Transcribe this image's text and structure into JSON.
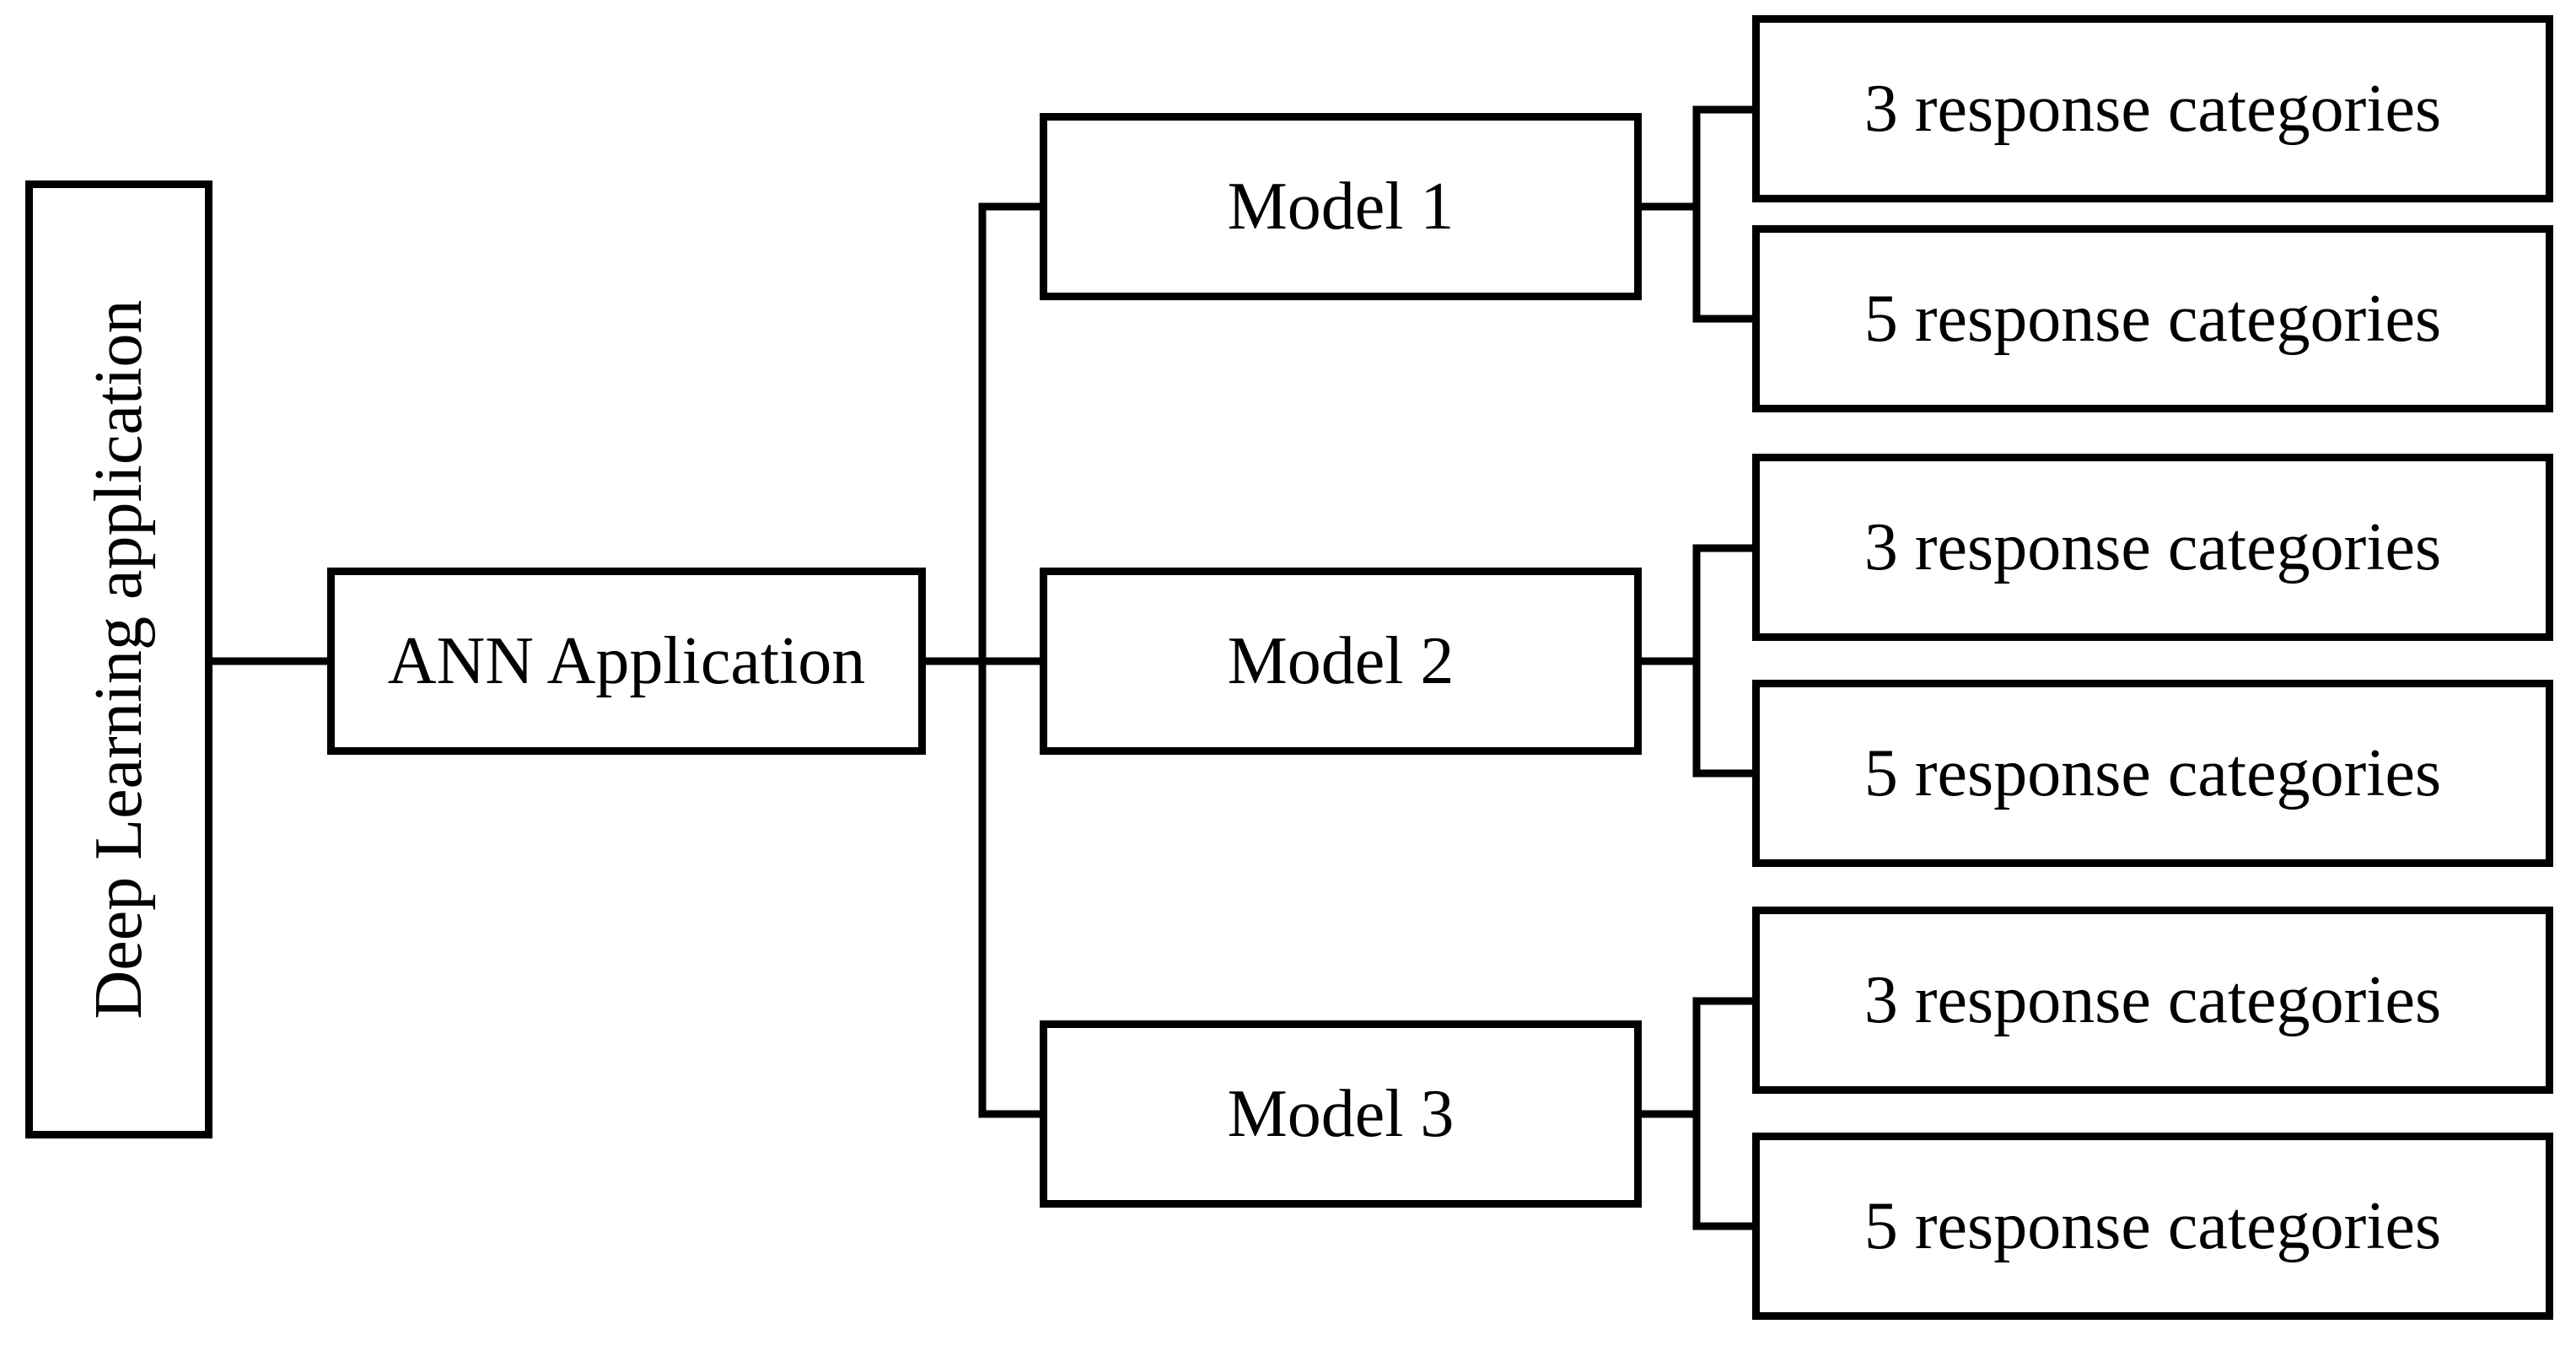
{
  "diagram": {
    "root": {
      "label": "Deep Learning application"
    },
    "application": {
      "label": "ANN Application"
    },
    "models": [
      {
        "label": "Model 1",
        "outcomes": [
          {
            "label": "3 response categories"
          },
          {
            "label": "5 response categories"
          }
        ]
      },
      {
        "label": "Model 2",
        "outcomes": [
          {
            "label": "3 response categories"
          },
          {
            "label": "5 response categories"
          }
        ]
      },
      {
        "label": "Model 3",
        "outcomes": [
          {
            "label": "3 response categories"
          },
          {
            "label": "5 response categories"
          }
        ]
      }
    ],
    "colors": {
      "stroke": "#000000",
      "background": "#ffffff"
    }
  }
}
